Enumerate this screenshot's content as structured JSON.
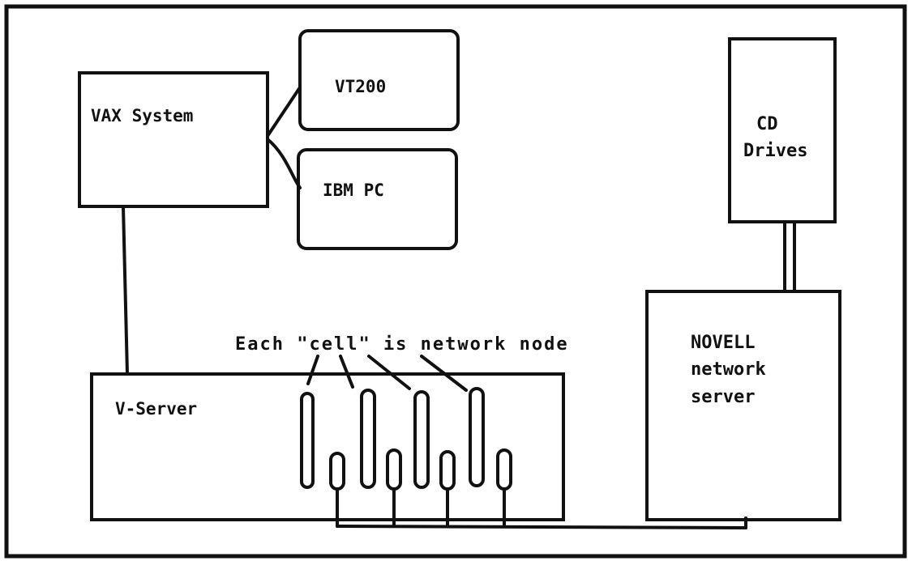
{
  "diagram": {
    "nodes": {
      "vax": "VAX System",
      "vt200": "VT200",
      "ibm_pc": "IBM PC",
      "cd": [
        "CD",
        "Drives"
      ],
      "v_server": "V-Server",
      "novell": [
        "NOVELL",
        "network",
        "server"
      ]
    },
    "annotation": "Each \"cell\" is network node",
    "colors": {
      "ink": "#111111",
      "paper": "#ffffff"
    }
  }
}
